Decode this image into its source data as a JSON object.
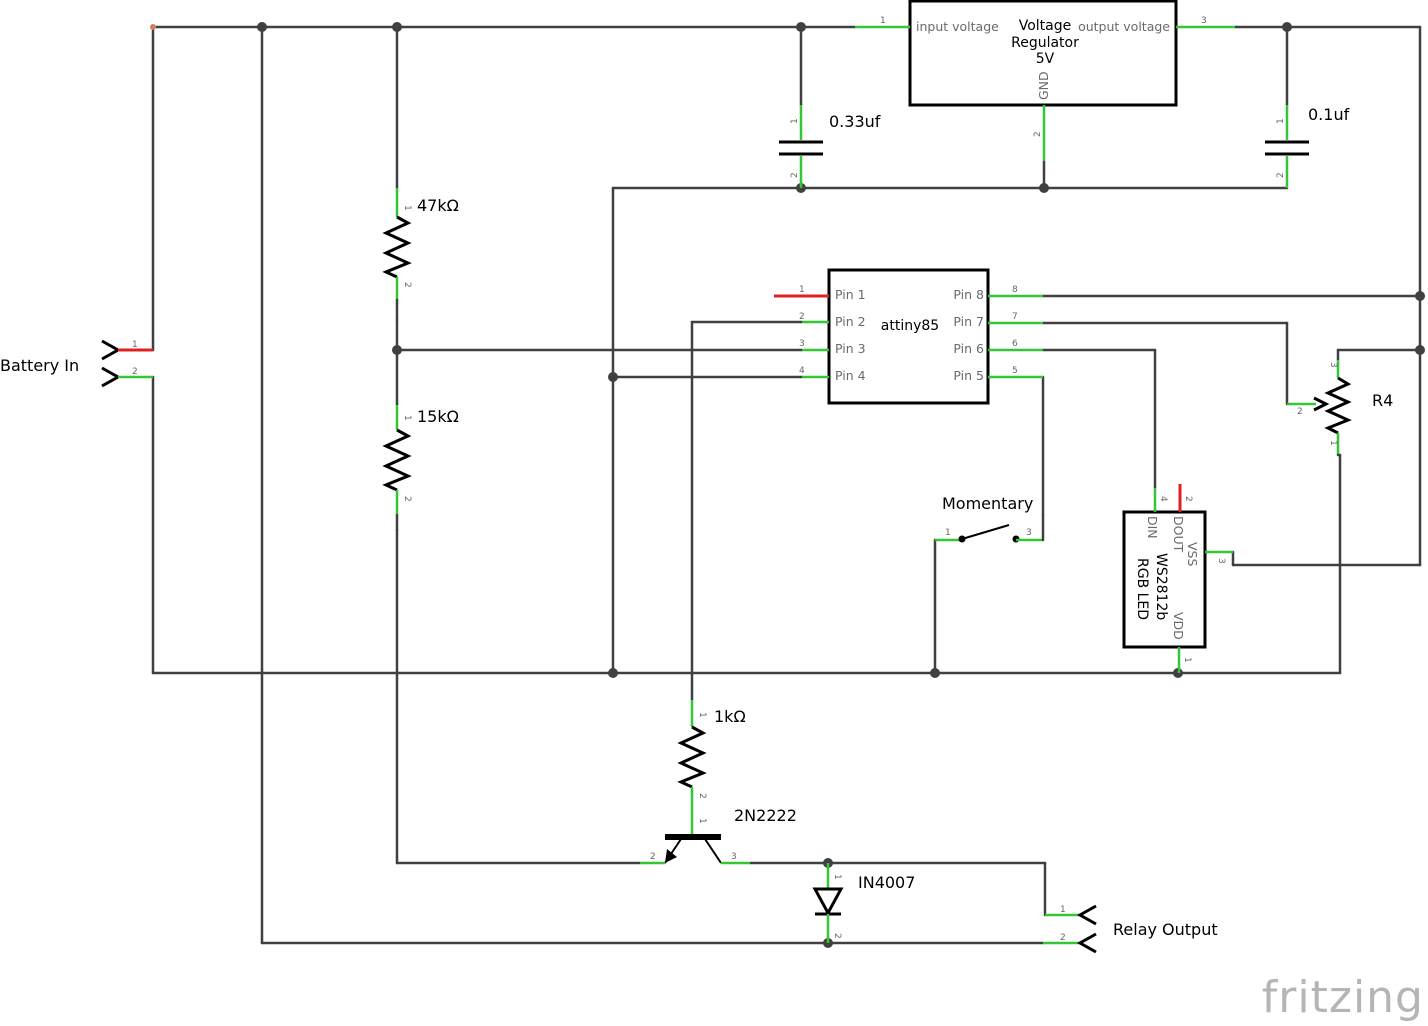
{
  "components": {
    "regulator": {
      "title": "Voltage",
      "title2": "Regulator",
      "value": "5V",
      "pin_in": "input voltage",
      "pin_out": "output voltage",
      "pin_gnd": "GND"
    },
    "cap1": "0.33uf",
    "cap2": "0.1uf",
    "r47k": "47kΩ",
    "r15k": "15kΩ",
    "r1k": "1kΩ",
    "transistor": "2N2222",
    "diode": "IN4007",
    "battery": "Battery In",
    "relay": "Relay Output",
    "switch": "Momentary",
    "pot": "R4",
    "mcu": {
      "name": "attiny85",
      "pins_left": [
        "Pin 1",
        "Pin 2",
        "Pin 3",
        "Pin 4"
      ],
      "pins_right": [
        "Pin 8",
        "Pin 7",
        "Pin 6",
        "Pin 5"
      ]
    },
    "led": {
      "name": "WS2812b",
      "name2": "RGB LED",
      "din": "DIN",
      "dout": "DOUT",
      "vss": "VSS",
      "vdd": "VDD"
    }
  },
  "pin_numbers": {
    "reg": [
      "1",
      "3",
      "2"
    ],
    "cap1": [
      "1",
      "2"
    ],
    "cap2": [
      "1",
      "2"
    ],
    "r47k": [
      "1",
      "2"
    ],
    "r15k": [
      "1",
      "2"
    ],
    "r1k": [
      "1",
      "2"
    ],
    "battery": [
      "1",
      "2"
    ],
    "relay": [
      "1",
      "2"
    ],
    "mcu_left": [
      "1",
      "2",
      "3",
      "4"
    ],
    "mcu_right": [
      "8",
      "7",
      "6",
      "5"
    ],
    "switch": [
      "1",
      "3"
    ],
    "pot": [
      "3",
      "2",
      "1"
    ],
    "led": [
      "4",
      "2",
      "3",
      "1"
    ],
    "transistor": [
      "1",
      "2",
      "3"
    ],
    "diode": [
      "1",
      "2"
    ]
  },
  "branding": {
    "logo": "fritzing"
  },
  "colors": {
    "wire": "#404040",
    "pin": "#35c535",
    "unconnected": "#dd2020"
  }
}
